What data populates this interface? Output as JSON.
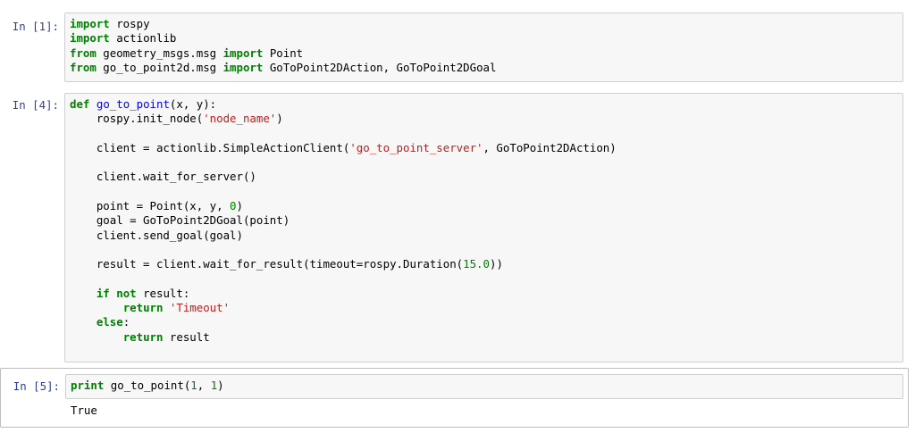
{
  "colors": {
    "prompt": "#303f9f",
    "keyword": "#008000",
    "function_name": "#0000ff",
    "string": "#ba2121",
    "number": "#008000",
    "cell_background": "#f7f7f7",
    "cell_border": "#cfcfcf",
    "selected_cell_border": "#bdbdbd"
  },
  "cells": [
    {
      "prompt": "In [1]:",
      "lines": [
        [
          {
            "t": "import",
            "c": "kw"
          },
          {
            "t": " rospy"
          }
        ],
        [
          {
            "t": "import",
            "c": "kw"
          },
          {
            "t": " actionlib"
          }
        ],
        [
          {
            "t": "from",
            "c": "kw"
          },
          {
            "t": " geometry_msgs.msg "
          },
          {
            "t": "import",
            "c": "kw"
          },
          {
            "t": " Point"
          }
        ],
        [
          {
            "t": "from",
            "c": "kw"
          },
          {
            "t": " go_to_point2d.msg "
          },
          {
            "t": "import",
            "c": "kw"
          },
          {
            "t": " GoToPoint2DAction, GoToPoint2DGoal"
          }
        ]
      ]
    },
    {
      "prompt": "In [4]:",
      "lines": [
        [
          {
            "t": "def",
            "c": "kw"
          },
          {
            "t": " "
          },
          {
            "t": "go_to_point",
            "c": "fn"
          },
          {
            "t": "(x, y):"
          }
        ],
        [
          {
            "t": "    rospy.init_node("
          },
          {
            "t": "'node_name'",
            "c": "str"
          },
          {
            "t": ")"
          }
        ],
        [],
        [
          {
            "t": "    client = actionlib.SimpleActionClient("
          },
          {
            "t": "'go_to_point_server'",
            "c": "str"
          },
          {
            "t": ", GoToPoint2DAction)"
          }
        ],
        [],
        [
          {
            "t": "    client.wait_for_server()"
          }
        ],
        [],
        [
          {
            "t": "    point = Point(x, y, "
          },
          {
            "t": "0",
            "c": "num"
          },
          {
            "t": ")"
          }
        ],
        [
          {
            "t": "    goal = GoToPoint2DGoal(point)"
          }
        ],
        [
          {
            "t": "    client.send_goal(goal)"
          }
        ],
        [],
        [
          {
            "t": "    result = client.wait_for_result(timeout=rospy.Duration("
          },
          {
            "t": "15.0",
            "c": "num"
          },
          {
            "t": "))"
          }
        ],
        [],
        [
          {
            "t": "    "
          },
          {
            "t": "if",
            "c": "kw"
          },
          {
            "t": " "
          },
          {
            "t": "not",
            "c": "kw"
          },
          {
            "t": " result:"
          }
        ],
        [
          {
            "t": "        "
          },
          {
            "t": "return",
            "c": "kw"
          },
          {
            "t": " "
          },
          {
            "t": "'Timeout'",
            "c": "str"
          }
        ],
        [
          {
            "t": "    "
          },
          {
            "t": "else",
            "c": "kw"
          },
          {
            "t": ":"
          }
        ],
        [
          {
            "t": "        "
          },
          {
            "t": "return",
            "c": "kw"
          },
          {
            "t": " result"
          }
        ]
      ]
    },
    {
      "prompt": "In [5]:",
      "lines": [
        [
          {
            "t": "print",
            "c": "kw"
          },
          {
            "t": " go_to_point("
          },
          {
            "t": "1",
            "c": "num"
          },
          {
            "t": ", "
          },
          {
            "t": "1",
            "c": "num"
          },
          {
            "t": ")"
          }
        ]
      ],
      "output": "True"
    }
  ]
}
